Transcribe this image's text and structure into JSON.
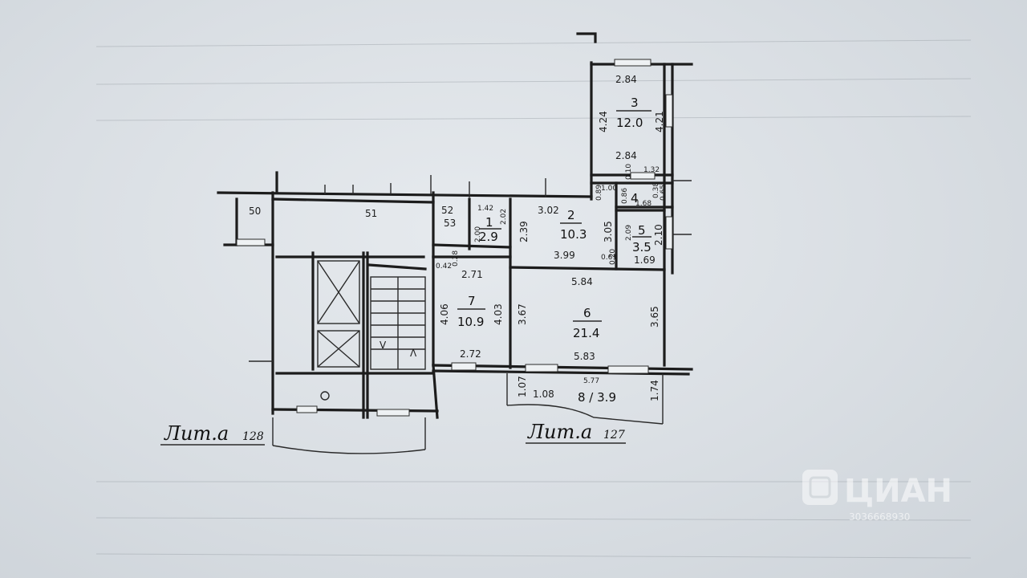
{
  "rooms": [
    {
      "id": "r3",
      "number": "3",
      "area": "12.0"
    },
    {
      "id": "r2",
      "number": "2",
      "area": "10.3"
    },
    {
      "id": "r1",
      "number": "1",
      "area": "2.9"
    },
    {
      "id": "r4",
      "number": "4",
      "area": ""
    },
    {
      "id": "r5",
      "number": "5",
      "area": "3.5"
    },
    {
      "id": "r6",
      "number": "6",
      "area": "21.4"
    },
    {
      "id": "r7",
      "number": "7",
      "area": "10.9"
    },
    {
      "id": "r8",
      "label": "8 / 3.9"
    }
  ],
  "dims": {
    "d1": "2.84",
    "d2": "4.24",
    "d3": "4.21",
    "d4": "2.84",
    "d5": "1.32",
    "d6": "0.10",
    "d7": "1.00",
    "d8": "0.89",
    "d9": "0.86",
    "d10": "1.68",
    "d11": "1.42",
    "d12": "2.02",
    "d13": "2.00",
    "d14": "3.02",
    "d15": "2.39",
    "d16": "3.05",
    "d17": "3.99",
    "d18": "2.09",
    "d19": "2.10",
    "d20": "1.69",
    "d21": "0.20",
    "d22": "0.61",
    "d23": "2.71",
    "d24": "0.42",
    "d25": "0.28",
    "d26": "5.84",
    "d27": "4.06",
    "d28": "4.03",
    "d29": "3.67",
    "d30": "3.65",
    "d31": "2.72",
    "d32": "5.83",
    "d33": "5.77",
    "d34": "1.07",
    "d35": "1.08",
    "d36": "1.74",
    "d37": "0.38",
    "d38": "0.65"
  },
  "neighbor_labels": {
    "n50": "50",
    "n51": "51",
    "n52": "52",
    "n53": "53"
  },
  "stair_marks": {
    "down": "V",
    "up": "Λ"
  },
  "lit_labels": [
    {
      "text": "Лит.а",
      "number": "128"
    },
    {
      "text": "Лит.а",
      "number": "127"
    }
  ],
  "watermark": {
    "brand": "ЦИАН",
    "id": "3036668930"
  }
}
